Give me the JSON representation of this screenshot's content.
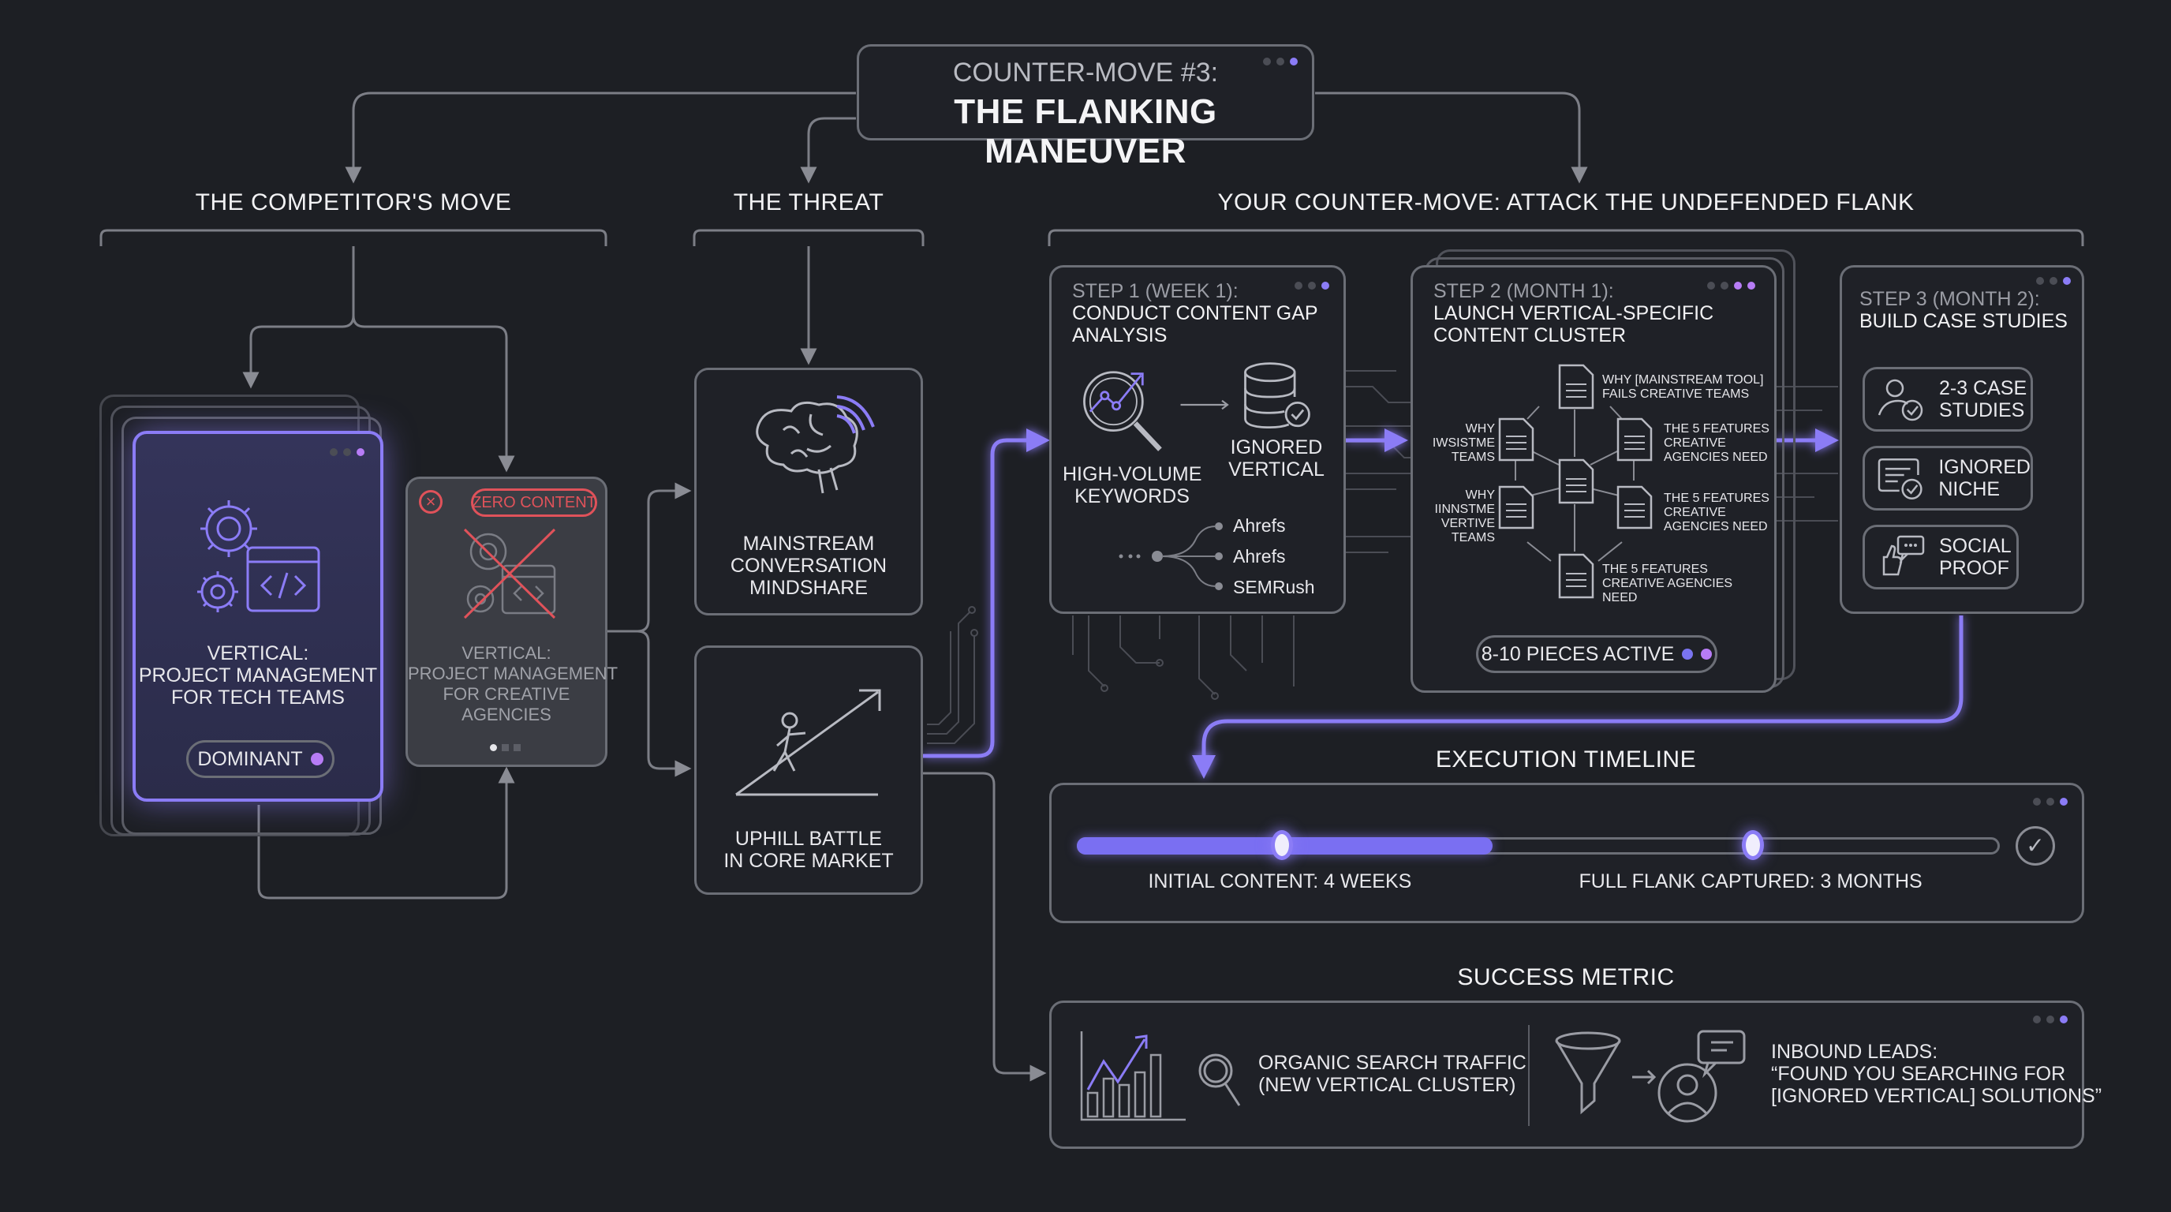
{
  "header": {
    "subtitle": "COUNTER-MOVE #3:",
    "title": "THE FLANKING MANEUVER"
  },
  "sections": {
    "competitor": "THE COMPETITOR'S MOVE",
    "threat": "THE THREAT",
    "counter": "YOUR COUNTER-MOVE: ATTACK THE UNDEFENDED FLANK"
  },
  "competitor": {
    "dominant_card": {
      "line1": "VERTICAL:",
      "line2": "PROJECT MANAGEMENT",
      "line3": "FOR TECH TEAMS",
      "badge": "DOMINANT"
    },
    "gap_card": {
      "badge": "ZERO CONTENT",
      "line1": "VERTICAL:",
      "line2": "PROJECT MANAGEMENT",
      "line3": "FOR CREATIVE",
      "line4": "AGENCIES"
    }
  },
  "threat": {
    "mindshare": {
      "line1": "MAINSTREAM",
      "line2": "CONVERSATION",
      "line3": "MINDSHARE"
    },
    "uphill": {
      "line1": "UPHILL BATTLE",
      "line2": "IN CORE MARKET"
    }
  },
  "steps": [
    {
      "head": "STEP 1 (WEEK 1):",
      "title1": "CONDUCT CONTENT GAP",
      "title2": "ANALYSIS",
      "kw1": "HIGH-VOLUME",
      "kw2": "KEYWORDS",
      "iv1": "IGNORED",
      "iv2": "VERTICAL",
      "tools": [
        "Ahrefs",
        "Ahrefs",
        "SEMRush"
      ]
    },
    {
      "head": "STEP 2 (MONTH 1):",
      "title1": "LAUNCH VERTICAL-SPECIFIC",
      "title2": "CONTENT CLUSTER",
      "docs": {
        "top": [
          "WHY [MAINSTREAM TOOL]",
          "FAILS CREATIVE TEAMS"
        ],
        "left_upper": [
          "WHY",
          "IWSISTME",
          "TEAMS"
        ],
        "left_lower": [
          "WHY",
          "IINNSTME",
          "VERTIVE",
          "TEAMS"
        ],
        "right_upper": [
          "THE 5 FEATURES",
          "CREATIVE",
          "AGENCIES NEED"
        ],
        "right_lower": [
          "THE 5 FEATURES",
          "CREATIVE",
          "AGENCIES NEED"
        ],
        "bottom": [
          "THE 5 FEATURES",
          "CREATIVE AGENCIES",
          "NEED"
        ]
      },
      "badge": "8-10 PIECES ACTIVE"
    },
    {
      "head": "STEP 3 (MONTH 2):",
      "title1": "BUILD CASE STUDIES",
      "items": [
        {
          "icon": "user-check-icon",
          "l1": "2-3 CASE",
          "l2": "STUDIES"
        },
        {
          "icon": "document-check-icon",
          "l1": "IGNORED",
          "l2": "NICHE"
        },
        {
          "icon": "thumbs-up-chat-icon",
          "l1": "SOCIAL",
          "l2": "PROOF"
        }
      ]
    }
  ],
  "timeline": {
    "title": "EXECUTION TIMELINE",
    "progress_percent": 45,
    "milestones": [
      {
        "label": "INITIAL CONTENT: 4 WEEKS",
        "position_percent": 22
      },
      {
        "label": "FULL FLANK CAPTURED: 3 MONTHS",
        "position_percent": 73
      }
    ]
  },
  "success": {
    "title": "SUCCESS METRIC",
    "metric1": {
      "l1": "ORGANIC SEARCH TRAFFIC",
      "l2": "(NEW VERTICAL CLUSTER)"
    },
    "metric2": {
      "l1": "INBOUND LEADS:",
      "l2": "“FOUND YOU SEARCHING FOR",
      "l3": "[IGNORED VERTICAL] SOLUTIONS”"
    }
  },
  "colors": {
    "accent": "#8b7cf6",
    "accent_pink": "#b77cf6",
    "danger": "#e0525a",
    "border": "#6b6e76",
    "background": "#1d1f24"
  }
}
